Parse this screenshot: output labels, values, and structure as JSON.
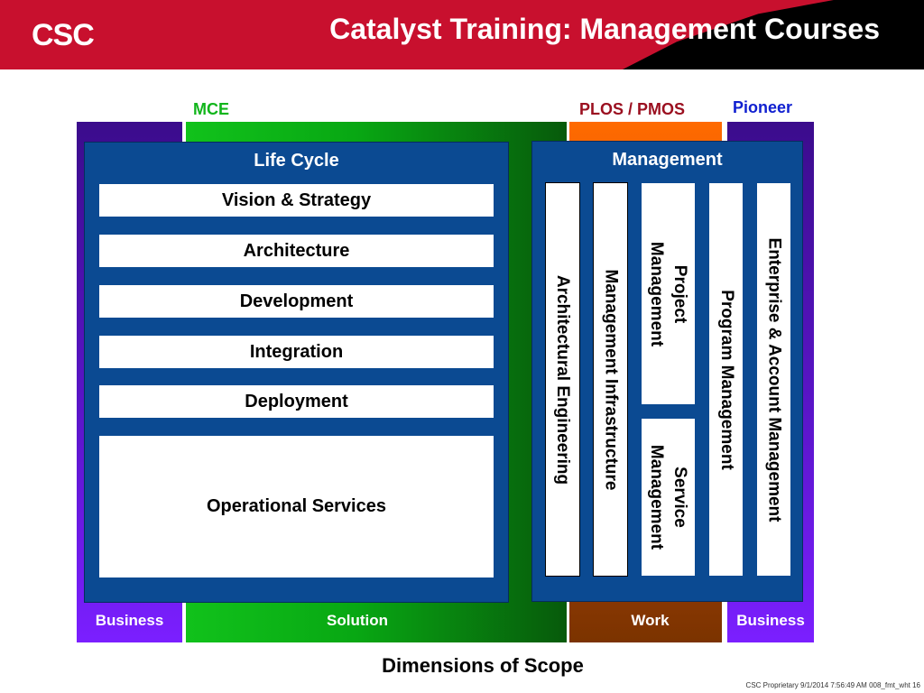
{
  "header": {
    "logo_text": "CSC",
    "title": "Catalyst Training: Management Courses"
  },
  "top_labels": {
    "mce": "MCE",
    "plos_pmos": "PLOS / PMOS",
    "pioneer": "Pioneer"
  },
  "columns": {
    "business_left": "Business",
    "solution": "Solution",
    "work": "Work",
    "business_right": "Business"
  },
  "life_cycle": {
    "title": "Life Cycle",
    "items": [
      "Vision & Strategy",
      "Architecture",
      "Development",
      "Integration",
      "Deployment"
    ],
    "operational": "Operational Services"
  },
  "management": {
    "title": "Management",
    "architectural_engineering": "Architectural Engineering",
    "management_infrastructure": "Management Infrastructure",
    "project_management_line1": "Project",
    "project_management_line2": "Management",
    "service_management_line1": "Service",
    "service_management_line2": "Management",
    "program_management": "Program Management",
    "enterprise_account_management": "Enterprise & Account Management"
  },
  "footer": {
    "title": "Dimensions of Scope",
    "note": "CSC Proprietary   9/1/2014 7:56:49 AM 008_fmt_wht   16"
  },
  "colors": {
    "header_red": "#c8102e",
    "panel_blue": "#0b4a92",
    "mce_green": "#11c21b",
    "plos_red": "#9b1020",
    "pioneer_blue": "#1020d0",
    "work_orange": "#ff6a00",
    "business_purple": "#5a15c8"
  }
}
